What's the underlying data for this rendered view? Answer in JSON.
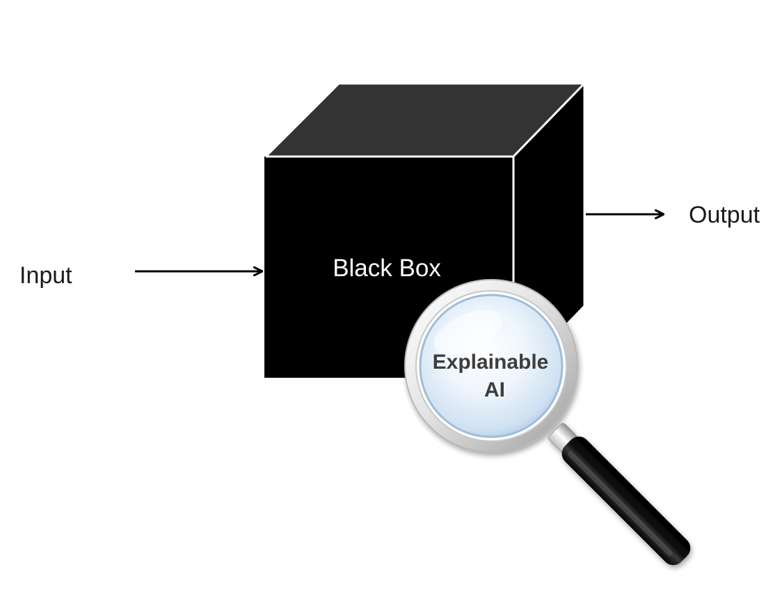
{
  "diagram": {
    "input_label": "Input",
    "output_label": "Output",
    "box_label": "Black Box",
    "lens_label_line1": "Explainable",
    "lens_label_line2": "AI"
  },
  "colors": {
    "box_front": "#000000",
    "box_top": "#333333",
    "box_side": "#000000",
    "box_edge": "#ffffff",
    "arrow": "#000000",
    "lens_glass": "#dbe9f6",
    "lens_rim": "#d9d9d9",
    "handle": "#111111"
  }
}
